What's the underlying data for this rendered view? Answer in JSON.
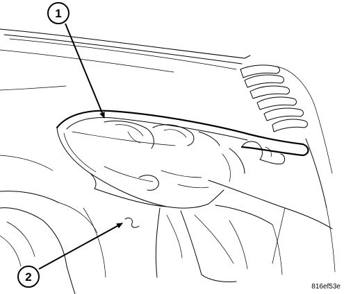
{
  "figure": {
    "callouts": [
      {
        "number": "1"
      },
      {
        "number": "2"
      }
    ],
    "reference_code": "816ef53e"
  }
}
